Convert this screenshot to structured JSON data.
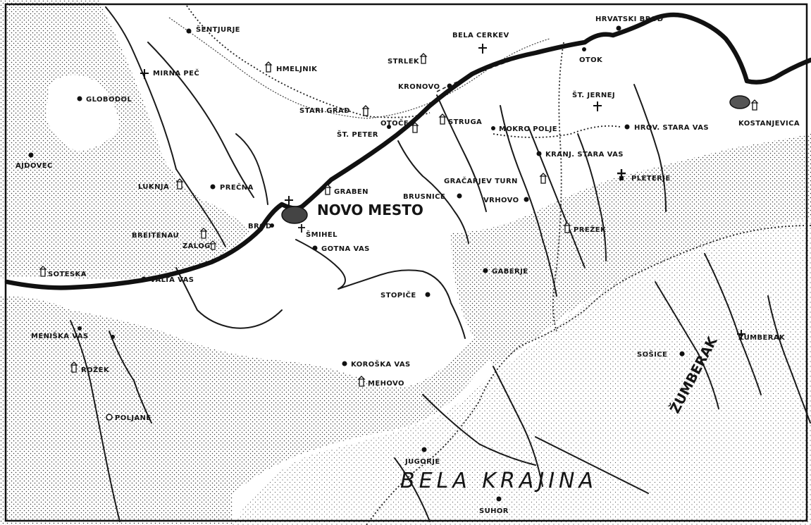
{
  "map": {
    "title": "NOVO MESTO",
    "region_labels": [
      "BELA KRAJINA",
      "ŽUMBERAK"
    ],
    "places": [
      {
        "id": "sentjurje",
        "name": "ŠENTJURJE",
        "symbol": "dot"
      },
      {
        "id": "mirna-pec",
        "name": "MIRNA PEČ",
        "symbol": "church"
      },
      {
        "id": "hmeljnik",
        "name": "HMELJNIK",
        "symbol": "castle"
      },
      {
        "id": "globodol",
        "name": "GLOBODOL",
        "symbol": "dot"
      },
      {
        "id": "ajdovec",
        "name": "AJDOVEC",
        "symbol": "dot"
      },
      {
        "id": "stari-grad",
        "name": "STARI GRAD",
        "symbol": "castle"
      },
      {
        "id": "otocec",
        "name": "OTOČEC",
        "symbol": "castle"
      },
      {
        "id": "st-peter",
        "name": "ŠT. PETER",
        "symbol": "dot"
      },
      {
        "id": "struga",
        "name": "STRUGA",
        "symbol": "castle"
      },
      {
        "id": "strlek",
        "name": "STRLEK",
        "symbol": "castle"
      },
      {
        "id": "kronovo",
        "name": "KRONOVO",
        "symbol": "dot"
      },
      {
        "id": "bela-cerkev",
        "name": "BELA CERKEV",
        "symbol": "church"
      },
      {
        "id": "hrvatski-brod",
        "name": "HRVATSKI BROD",
        "symbol": "dot"
      },
      {
        "id": "otok",
        "name": "OTOK",
        "symbol": "dot"
      },
      {
        "id": "st-jernej",
        "name": "ŠT. JERNEJ",
        "symbol": "church"
      },
      {
        "id": "kostanjevica",
        "name": "KOSTANJEVICA",
        "symbol": "castle"
      },
      {
        "id": "mokro-polje",
        "name": "MOKRO POLJE",
        "symbol": "dot"
      },
      {
        "id": "hrov-stara-vas",
        "name": "HROV. STARA VAS",
        "symbol": "dot"
      },
      {
        "id": "kranj-stara-vas",
        "name": "KRANJ. STARA VAS",
        "symbol": "dot"
      },
      {
        "id": "pleterje",
        "name": "PLETERJE",
        "symbol": "church"
      },
      {
        "id": "luknja",
        "name": "LUKNJA",
        "symbol": "castle"
      },
      {
        "id": "precna",
        "name": "PREČNA",
        "symbol": "dot"
      },
      {
        "id": "graben",
        "name": "GRABEN",
        "symbol": "castle"
      },
      {
        "id": "brusnice",
        "name": "BRUSNICE",
        "symbol": "dot"
      },
      {
        "id": "gracarjev-turn",
        "name": "GRAČARJEV TURN",
        "symbol": "castle"
      },
      {
        "id": "vrhovo",
        "name": "VRHOVO",
        "symbol": "dot"
      },
      {
        "id": "brod",
        "name": "BROD",
        "symbol": "dot"
      },
      {
        "id": "smihel",
        "name": "ŠMIHEL",
        "symbol": "church"
      },
      {
        "id": "gotna-vas",
        "name": "GOTNA VAS",
        "symbol": "dot"
      },
      {
        "id": "breitenau",
        "name": "BREITENAU",
        "symbol": "castle"
      },
      {
        "id": "zalog",
        "name": "ZALOG",
        "symbol": "castle"
      },
      {
        "id": "prezek",
        "name": "PREŽEK",
        "symbol": "castle"
      },
      {
        "id": "gaberje",
        "name": "GABERJE",
        "symbol": "dot"
      },
      {
        "id": "soteska",
        "name": "SOTESKA",
        "symbol": "castle"
      },
      {
        "id": "valta-vas",
        "name": "VALTA VAS",
        "symbol": "dot"
      },
      {
        "id": "stopice",
        "name": "STOPIČE",
        "symbol": "dot"
      },
      {
        "id": "meniska-vas",
        "name": "MENIŠKA VAS",
        "symbol": "dot"
      },
      {
        "id": "rozek",
        "name": "ROŽEK",
        "symbol": "castle"
      },
      {
        "id": "koroska-vas",
        "name": "KOROŠKA VAS",
        "symbol": "dot"
      },
      {
        "id": "mehovo",
        "name": "MEHOVO",
        "symbol": "castle"
      },
      {
        "id": "sosice",
        "name": "SOŠICE",
        "symbol": "dot"
      },
      {
        "id": "zumberak",
        "name": "ŽUMBERAK",
        "symbol": "church"
      },
      {
        "id": "poljane",
        "name": "POLJANE",
        "symbol": "circle"
      },
      {
        "id": "jugorje",
        "name": "JUGORJE",
        "symbol": "dot"
      },
      {
        "id": "suhor",
        "name": "SUHOR",
        "symbol": "dot"
      }
    ]
  }
}
